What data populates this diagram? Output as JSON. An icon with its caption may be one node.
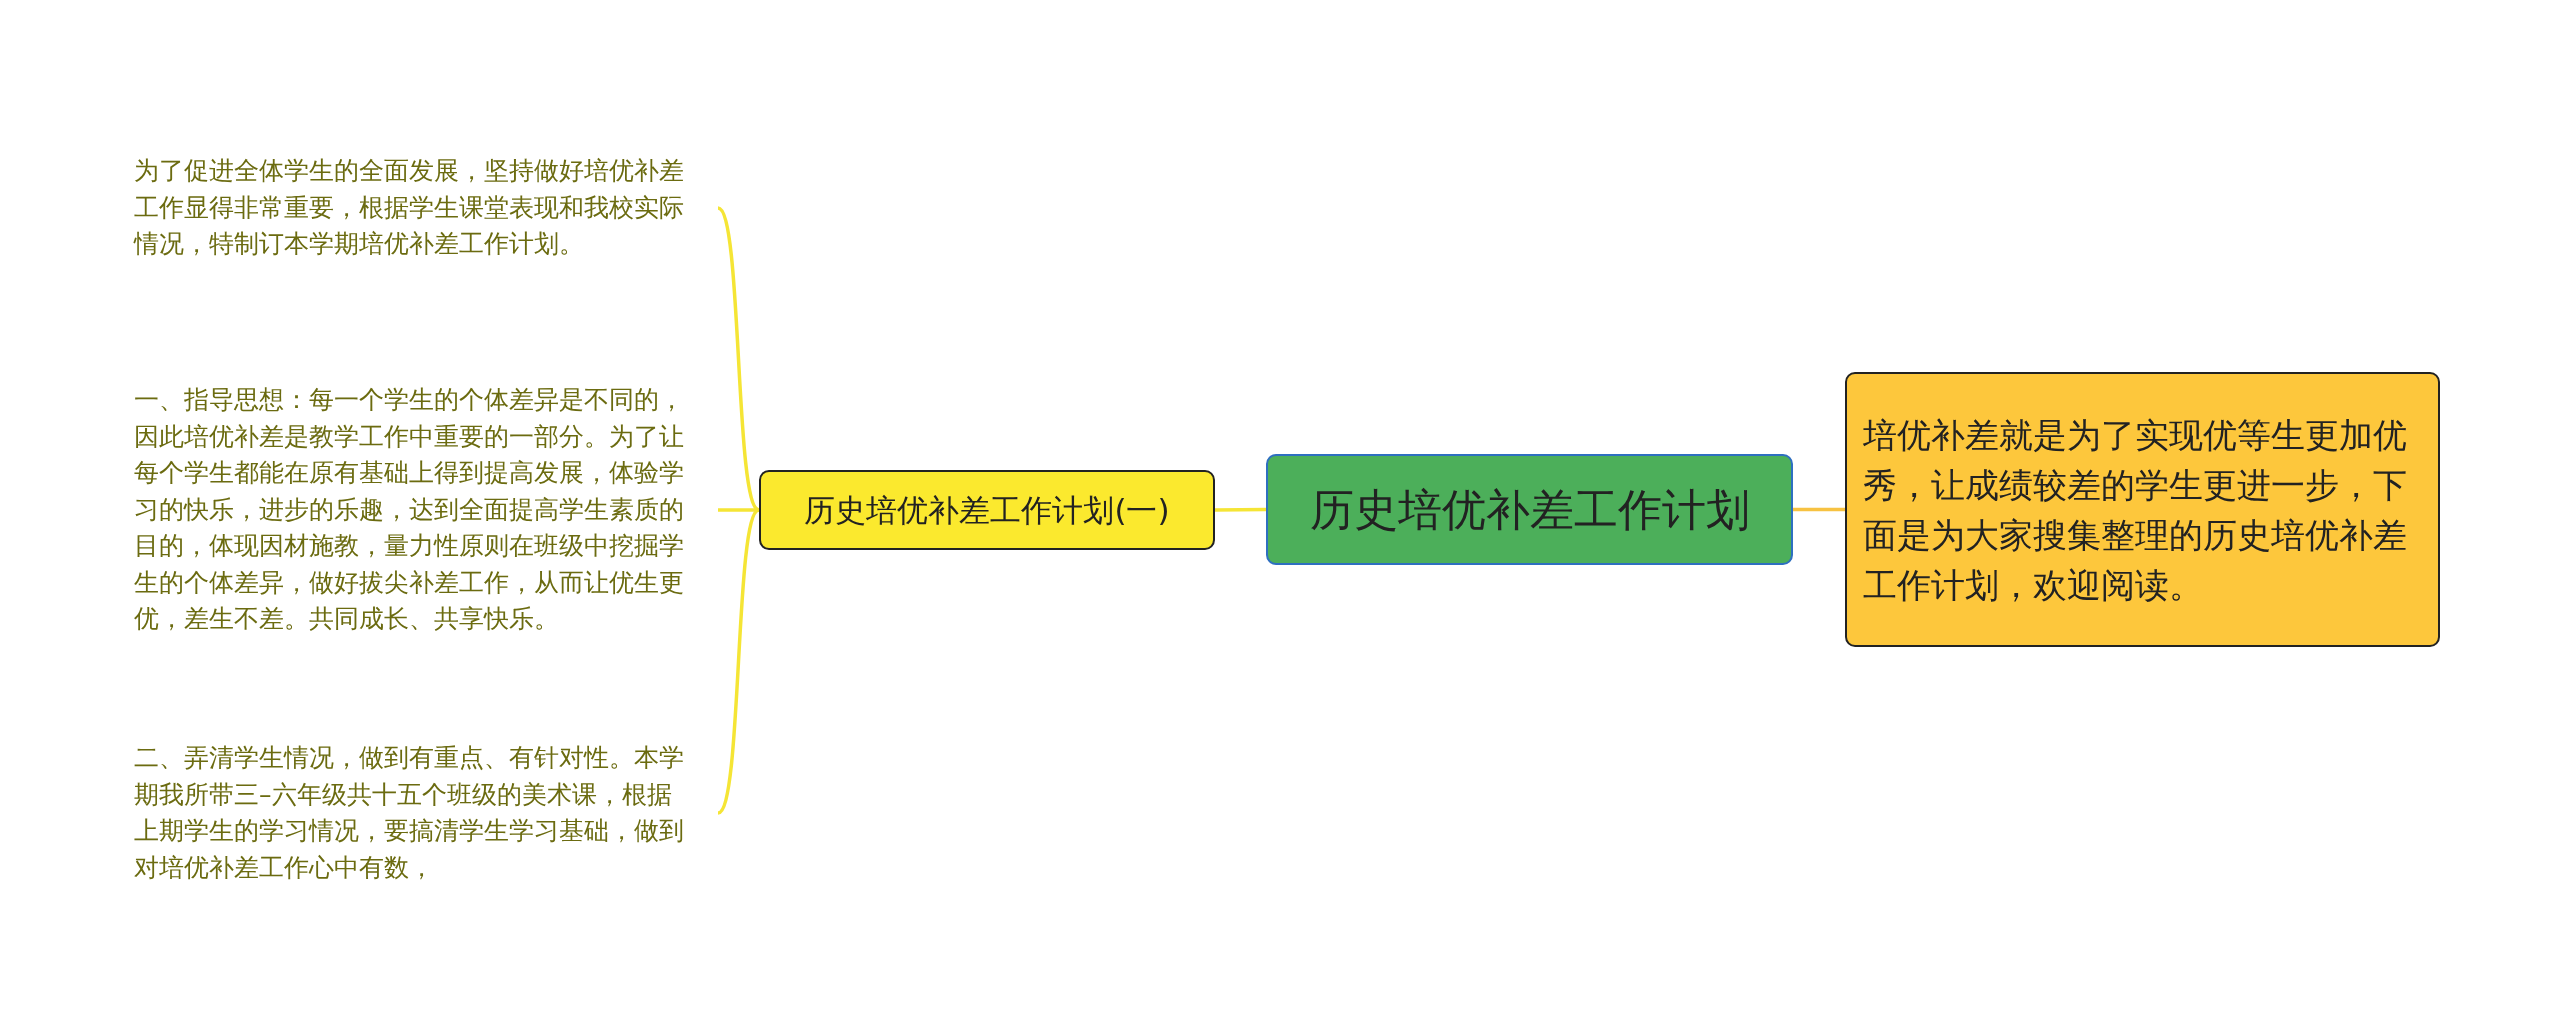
{
  "diagram": {
    "nodes": [
      {
        "text": [
          "历史培优补差工作计划"
        ]
      },
      {
        "text": [
          "历史培优补差工作计划(一)"
        ]
      },
      {
        "text": [
          "为了促进全体学生的全面发展，坚持做好培优补差工作显得非常重要，根据学生课堂表现和我校实际情况，特制订本学期培优补差工作计划。"
        ]
      },
      {
        "text": [
          "一、指导思想：每一个学生的个体差异是不同的，因此培优补差是教学工作中重要的一部分。为了让每个学生都能在原有基础上得到提高发展，体验学习的快乐，进步的乐趣，达到全面提高学生素质的目的，体现因材施教，量力性原则在班级中挖掘学生的个体差异，做好拔尖补差工作，从而让优生更优，差生不差。共同成长、共享快乐。"
        ]
      },
      {
        "text": [
          "二、弄清学生情况，做到有重点、有针对性。本学期我所带三–六年级共十五个班级的美术课，根据上期学生的学习情况，要搞清学生学习基础，做到对培优补差工作心中有数，"
        ]
      },
      {
        "text": [
          "培优补差就是为了实现优等生更加优秀，让成绩较差的学生更进一步，下面是为大家搜集整理的历史培优补差工作计划，欢迎阅读。"
        ]
      }
    ],
    "edges": [
      {
        "from": 0,
        "to": 1,
        "arrow": "none"
      },
      {
        "from": 0,
        "to": 5,
        "arrow": "none",
        "color": "#f7c242"
      },
      {
        "from": 1,
        "to": 2,
        "arrow": "none"
      },
      {
        "from": 1,
        "to": 3,
        "arrow": "none"
      },
      {
        "from": 1,
        "to": 4,
        "arrow": "none"
      }
    ]
  }
}
